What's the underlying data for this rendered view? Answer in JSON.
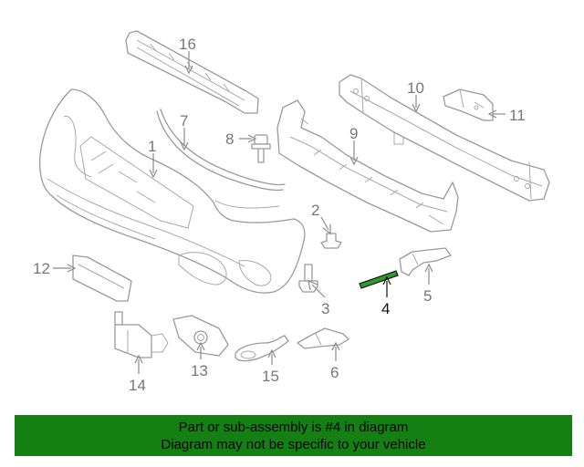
{
  "diagram": {
    "callouts": [
      {
        "id": "1",
        "label": "1",
        "highlighted": false
      },
      {
        "id": "2",
        "label": "2",
        "highlighted": false
      },
      {
        "id": "3",
        "label": "3",
        "highlighted": false
      },
      {
        "id": "4",
        "label": "4",
        "highlighted": true
      },
      {
        "id": "5",
        "label": "5",
        "highlighted": false
      },
      {
        "id": "6",
        "label": "6",
        "highlighted": false
      },
      {
        "id": "7",
        "label": "7",
        "highlighted": false
      },
      {
        "id": "8",
        "label": "8",
        "highlighted": false
      },
      {
        "id": "9",
        "label": "9",
        "highlighted": false
      },
      {
        "id": "10",
        "label": "10",
        "highlighted": false
      },
      {
        "id": "11",
        "label": "11",
        "highlighted": false
      },
      {
        "id": "12",
        "label": "12",
        "highlighted": false
      },
      {
        "id": "13",
        "label": "13",
        "highlighted": false
      },
      {
        "id": "14",
        "label": "14",
        "highlighted": false
      },
      {
        "id": "15",
        "label": "15",
        "highlighted": false
      },
      {
        "id": "16",
        "label": "16",
        "highlighted": false
      }
    ],
    "highlight_color": "#2d9b2d",
    "line_color": "#9a9a9a"
  },
  "banner": {
    "line1": "Part or sub-assembly is #4 in diagram",
    "line2": "Diagram may not be specific to your vehicle",
    "background": "#148014"
  }
}
